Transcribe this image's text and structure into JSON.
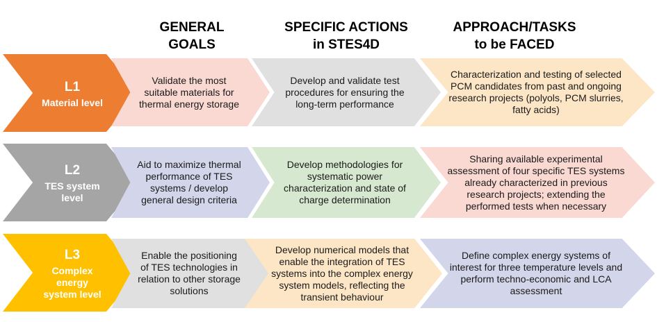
{
  "headers": {
    "goals": [
      "GENERAL",
      "GOALS"
    ],
    "actions": [
      "SPECIFIC ACTIONS",
      "in STES4D"
    ],
    "approach": [
      "APPROACH/TASKS",
      "to be FACED"
    ]
  },
  "colors": {
    "l1": "#ED7D31",
    "l2": "#A5A5A5",
    "l3": "#FFC000",
    "pink": "#F9D9D1",
    "grey": "#E0E0E0",
    "peach": "#FCE6C6",
    "lavender": "#D3D5EA",
    "green": "#D7E8D0"
  },
  "rows": [
    {
      "code": "L1",
      "name": "Material level",
      "goal": "Validate the most suitable materials for thermal energy storage",
      "action": "Develop and validate test procedures for ensuring the long-term performance",
      "approach": "Characterization and testing of selected PCM candidates from past and ongoing research projects (polyols, PCM slurries, fatty acids)"
    },
    {
      "code": "L2",
      "name": "TES system level",
      "goal": "Aid to maximize thermal performance of TES systems / develop general design criteria",
      "action": "Develop methodologies for systematic power characterization and state of charge determination",
      "approach": "Sharing available experimental assessment of four specific TES systems already characterized in previous research projects; extending the performed tests when necessary"
    },
    {
      "code": "L3",
      "name": "Complex energy system level",
      "goal": "Enable the positioning of TES technologies in relation to other storage solutions",
      "action": "Develop numerical models that enable the integration of TES systems into the complex energy system models, reflecting the transient behaviour",
      "approach": "Define complex energy systems of interest for three temperature levels and perform techno-economic and LCA assessment"
    }
  ]
}
